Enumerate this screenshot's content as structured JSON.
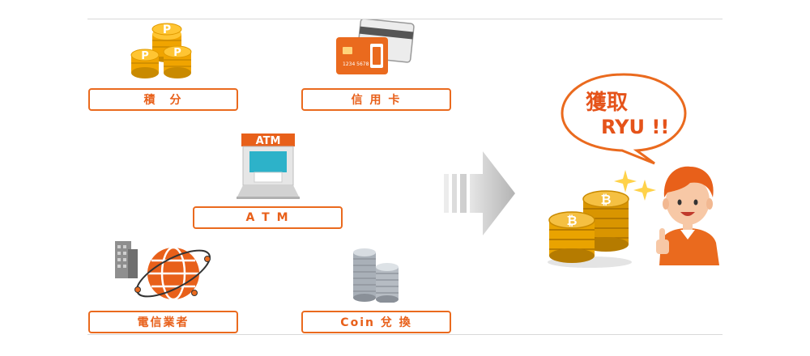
{
  "labels": {
    "points": "積　分",
    "credit_card": "信 用 卡",
    "atm": "A T M",
    "telecom": "電信業者",
    "coin_exchange": "Coin 兌 換"
  },
  "atm_sign": "ATM",
  "coin_letter": "P",
  "card_text": "1234 5678",
  "bubble": {
    "line1": "獲取",
    "line2": "RYU !!"
  },
  "icons": {
    "points": "point-coins-icon",
    "credit_card": "credit-card-icon",
    "atm": "atm-machine-icon",
    "telecom": "globe-network-icon",
    "coin_exchange": "coin-stack-icon",
    "arrow": "right-arrow-icon",
    "bitcoin": "bitcoin-stack-icon",
    "person": "smiling-person-icon"
  },
  "colors": {
    "accent": "#ea6a1e",
    "coin_gold": "#e9a300",
    "gray": "#b9b9b9"
  }
}
